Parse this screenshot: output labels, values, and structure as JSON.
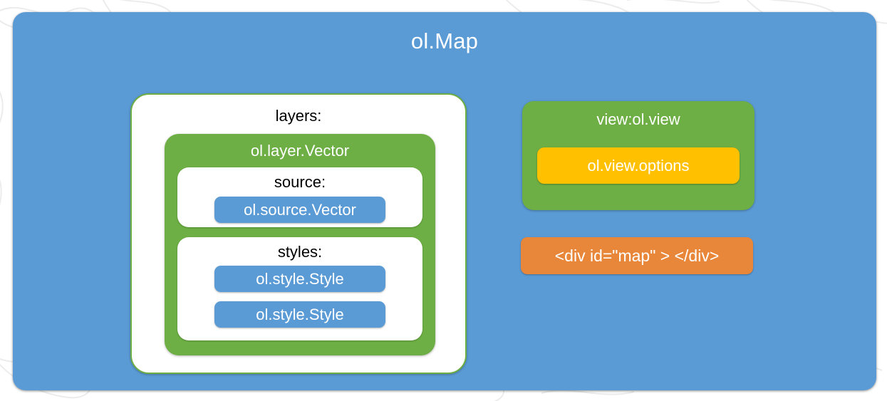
{
  "diagram": {
    "title": "ol.Map",
    "background_color": "#FFFFFF",
    "container_color": "#5B9BD5",
    "accent_green": "#6DAF44",
    "accent_yellow": "#FFC000",
    "accent_orange": "#E8873A",
    "accent_blue": "#5B9BD5",
    "layers": {
      "label": "layers:",
      "layer_vector": {
        "title": "ol.layer.Vector",
        "source": {
          "label": "source:",
          "items": [
            {
              "label": "ol.source.Vector"
            }
          ]
        },
        "styles": {
          "label": "styles:",
          "items": [
            {
              "label": "ol.style.Style"
            },
            {
              "label": "ol.style.Style"
            }
          ]
        }
      }
    },
    "view": {
      "title": "view:ol.view",
      "options": {
        "label": "ol.view.options"
      }
    },
    "target": {
      "label": "<div id=\"map\" > </div>"
    }
  }
}
